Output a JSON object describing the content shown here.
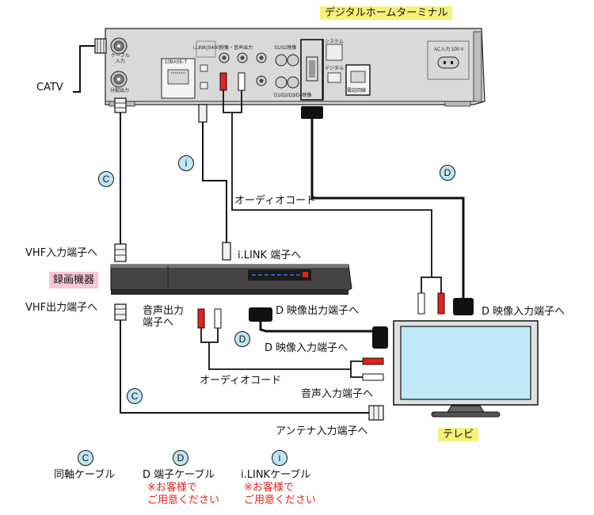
{
  "devices": {
    "terminal": "デジタルホームターミナル",
    "recorder": "録画機器",
    "tv": "テレビ"
  },
  "terminal_panel": {
    "cable_input": "ケーブル\n入力",
    "split_output": "分配出力",
    "ilink_port": "i.LINK(S400)",
    "audio_video_out": "映像・音声出力",
    "s_video": "S1/S2映像",
    "d_video": "D1/D2/D3/D4映像",
    "lan": "10BASE-T",
    "system": "システム",
    "digital": "デジタル",
    "phone_line": "電話回線",
    "ac_input": "AC入力 100 V"
  },
  "labels": {
    "catv": "CATV",
    "audio_cord_top": "オーディオコード",
    "vhf_in": "VHF入力端子へ",
    "ilink_terminal": "i.LINK 端子へ",
    "vhf_out": "VHF出力端子へ",
    "audio_out_line1": "音声出力",
    "audio_out_line2": "端子へ",
    "d_video_out": "D 映像出力端子へ",
    "d_video_in_recorder": "D 映像入力端子へ",
    "d_video_in_tv": "D 映像入力端子へ",
    "audio_cord_bottom": "オーディオコード",
    "audio_in": "音声入力端子へ",
    "antenna_in": "アンテナ入力端子へ"
  },
  "legend": {
    "coax": {
      "badge": "C",
      "label": "同軸ケーブル",
      "note": ""
    },
    "d_cable": {
      "badge": "D",
      "label": "D 端子ケーブル",
      "note_line1": "※お客様で",
      "note_line2": "ご用意ください"
    },
    "ilink": {
      "badge": "i",
      "label": "i.LINKケーブル",
      "note_line1": "※お客様で",
      "note_line2": "ご用意ください"
    }
  },
  "badges": {
    "coax": "C",
    "ilink": "i",
    "d": "D"
  },
  "colors": {
    "highlight_yellow": "#f4f27a",
    "highlight_pink": "#f6c6d9",
    "badge_fill": "#bfe6f4",
    "screen_fill": "#bfe9f6",
    "note_red": "#e6211b",
    "plug_red": "#e6211b"
  }
}
